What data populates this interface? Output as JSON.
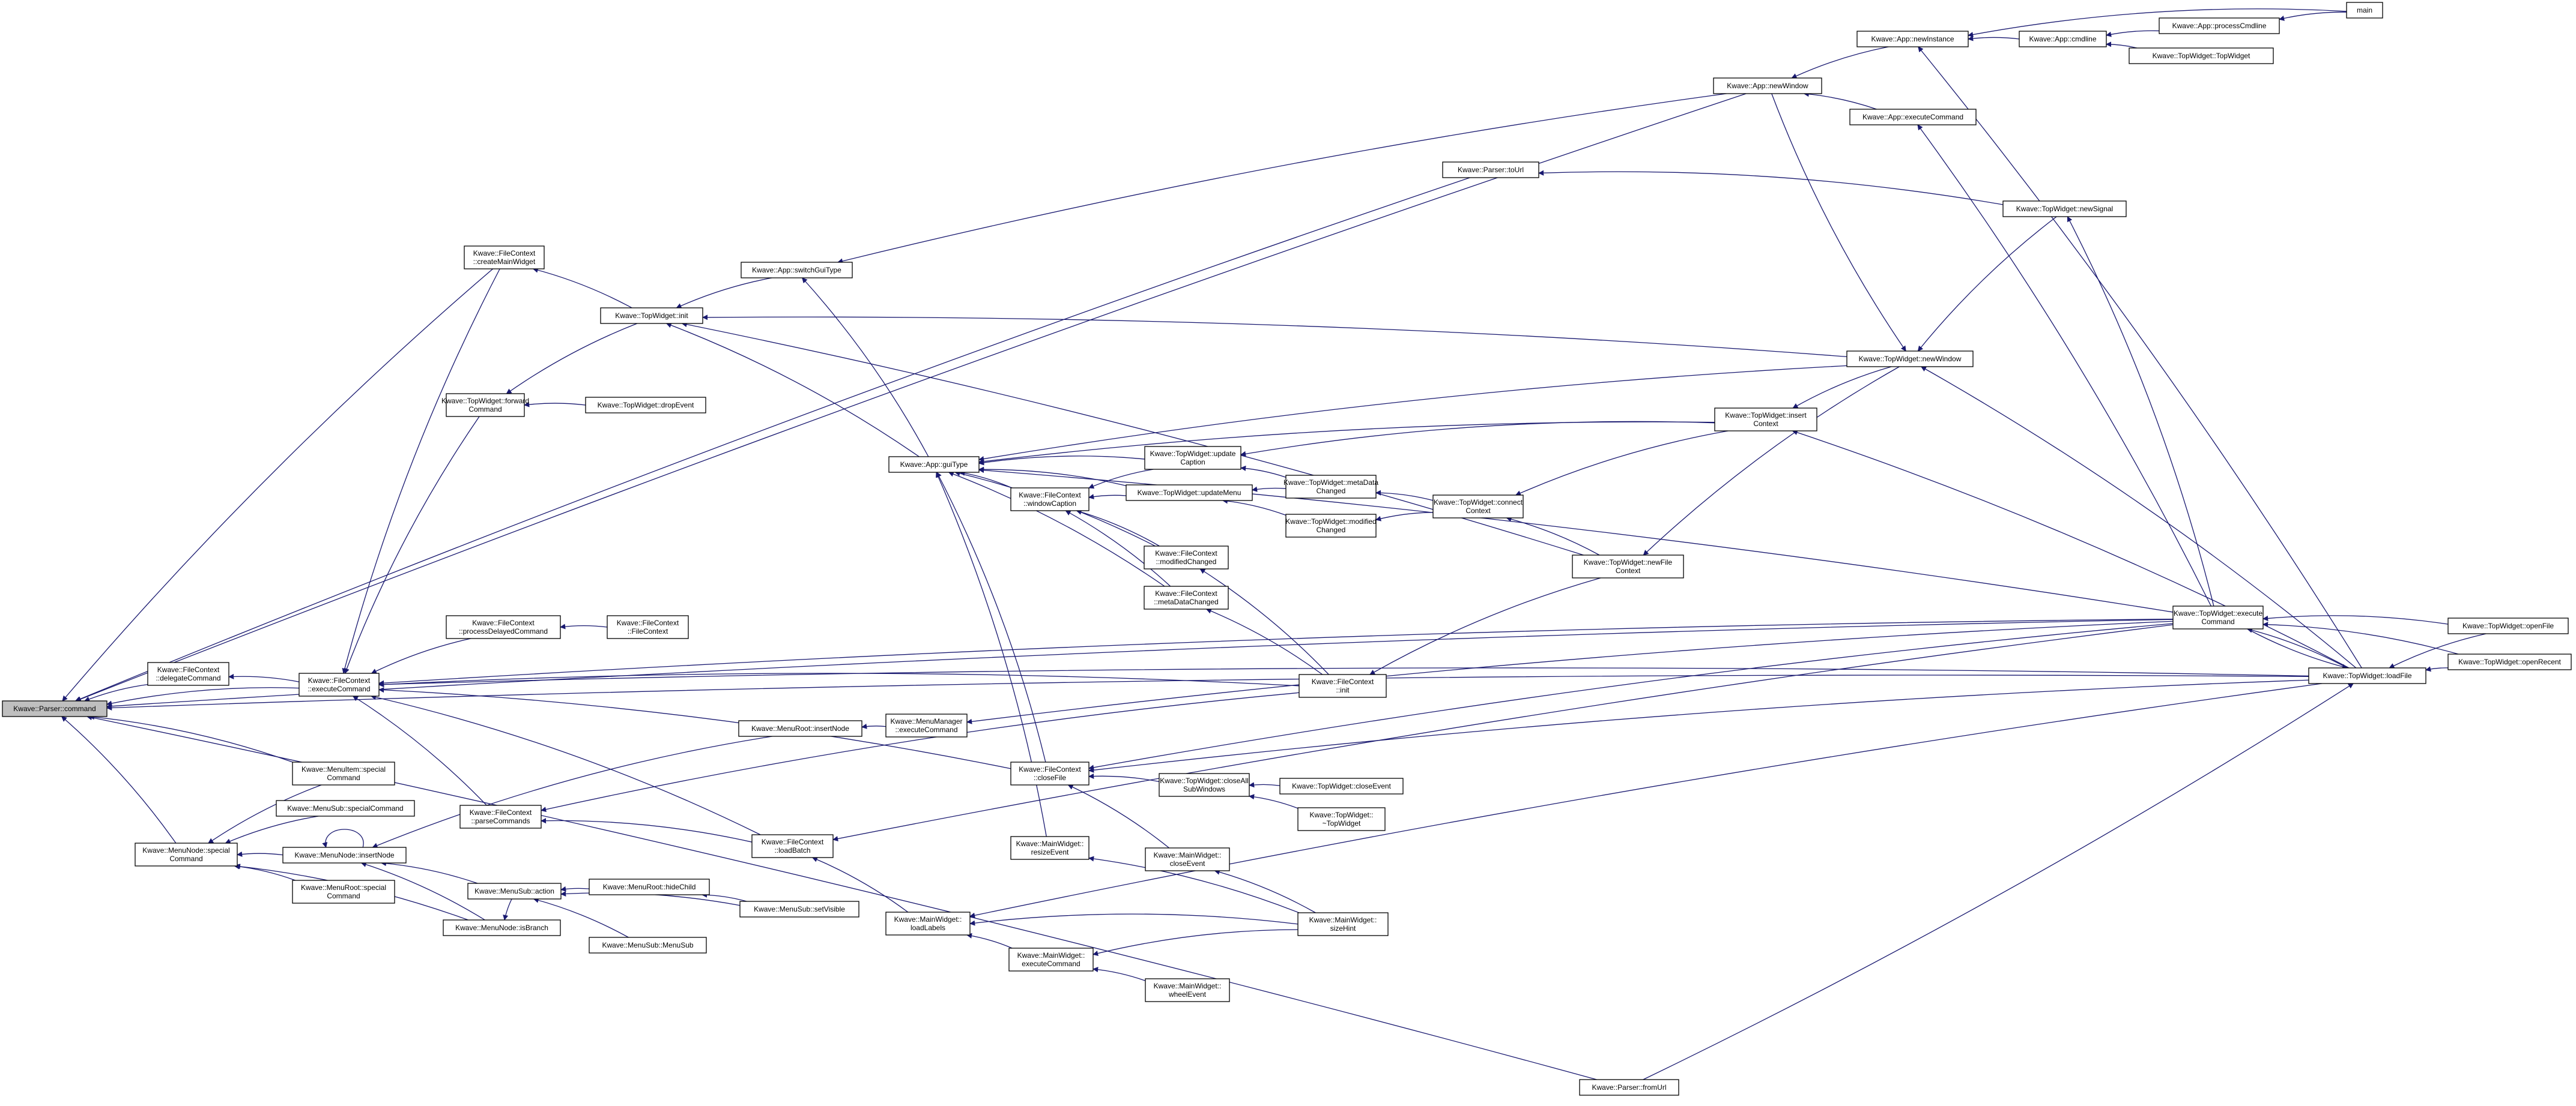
{
  "colors": {
    "edge": "#191970",
    "node_border": "#000000",
    "node_fill": "#ffffff",
    "highlight_fill": "#bfbfbf"
  },
  "nodes": [
    {
      "id": "parser_command",
      "lines": [
        "Kwave::Parser::command"
      ],
      "highlight": true
    },
    {
      "id": "fc_delegate",
      "lines": [
        "Kwave::FileContext",
        "::delegateCommand"
      ]
    },
    {
      "id": "fc_execute",
      "lines": [
        "Kwave::FileContext",
        "::executeCommand"
      ]
    },
    {
      "id": "fc_createmain",
      "lines": [
        "Kwave::FileContext",
        "::createMainWidget"
      ]
    },
    {
      "id": "tw_init",
      "lines": [
        "Kwave::TopWidget::init"
      ]
    },
    {
      "id": "tw_forward",
      "lines": [
        "Kwave::TopWidget::forward",
        "Command"
      ]
    },
    {
      "id": "tw_drop",
      "lines": [
        "Kwave::TopWidget::dropEvent"
      ]
    },
    {
      "id": "fc_processdelayed",
      "lines": [
        "Kwave::FileContext",
        "::processDelayedCommand"
      ]
    },
    {
      "id": "fc_filecontext",
      "lines": [
        "Kwave::FileContext",
        "::FileContext"
      ]
    },
    {
      "id": "menuitem_special",
      "lines": [
        "Kwave::MenuItem::special",
        "Command"
      ]
    },
    {
      "id": "menusub_special",
      "lines": [
        "Kwave::MenuSub::specialCommand"
      ]
    },
    {
      "id": "menunode_special",
      "lines": [
        "Kwave::MenuNode::special",
        "Command"
      ]
    },
    {
      "id": "menunode_insert",
      "lines": [
        "Kwave::MenuNode::insertNode"
      ]
    },
    {
      "id": "menuroot_special",
      "lines": [
        "Kwave::MenuRoot::special",
        "Command"
      ]
    },
    {
      "id": "menunode_isbranch",
      "lines": [
        "Kwave::MenuNode::isBranch"
      ]
    },
    {
      "id": "fc_parse",
      "lines": [
        "Kwave::FileContext",
        "::parseCommands"
      ]
    },
    {
      "id": "menusub_action",
      "lines": [
        "Kwave::MenuSub::action"
      ]
    },
    {
      "id": "menusub_menusub",
      "lines": [
        "Kwave::MenuSub::MenuSub"
      ]
    },
    {
      "id": "menuroot_hide",
      "lines": [
        "Kwave::MenuRoot::hideChild"
      ]
    },
    {
      "id": "menusub_setvisible",
      "lines": [
        "Kwave::MenuSub::setVisible"
      ]
    },
    {
      "id": "menuroot_insert",
      "lines": [
        "Kwave::MenuRoot::insertNode"
      ]
    },
    {
      "id": "menumanager_exec",
      "lines": [
        "Kwave::MenuManager",
        "::executeCommand"
      ]
    },
    {
      "id": "fc_loadbatch",
      "lines": [
        "Kwave::FileContext",
        "::loadBatch"
      ]
    },
    {
      "id": "app_switchgui",
      "lines": [
        "Kwave::App::switchGuiType"
      ]
    },
    {
      "id": "app_guitype",
      "lines": [
        "Kwave::App::guiType"
      ]
    },
    {
      "id": "fc_windowcaption",
      "lines": [
        "Kwave::FileContext",
        "::windowCaption"
      ]
    },
    {
      "id": "tw_updatecaption",
      "lines": [
        "Kwave::TopWidget::update",
        "Caption"
      ]
    },
    {
      "id": "tw_updatemenu",
      "lines": [
        "Kwave::TopWidget::updateMenu"
      ]
    },
    {
      "id": "tw_metachanged",
      "lines": [
        "Kwave::TopWidget::metaData",
        "Changed"
      ]
    },
    {
      "id": "tw_modchanged",
      "lines": [
        "Kwave::TopWidget::modified",
        "Changed"
      ]
    },
    {
      "id": "tw_connect",
      "lines": [
        "Kwave::TopWidget::connect",
        "Context"
      ]
    },
    {
      "id": "fc_modchanged",
      "lines": [
        "Kwave::FileContext",
        "::modifiedChanged"
      ]
    },
    {
      "id": "fc_metachanged",
      "lines": [
        "Kwave::FileContext",
        "::metaDataChanged"
      ]
    },
    {
      "id": "fc_init",
      "lines": [
        "Kwave::FileContext",
        "::init"
      ]
    },
    {
      "id": "tw_newfile",
      "lines": [
        "Kwave::TopWidget::newFile",
        "Context"
      ]
    },
    {
      "id": "tw_insert",
      "lines": [
        "Kwave::TopWidget::insert",
        "Context"
      ]
    },
    {
      "id": "tw_newwindow",
      "lines": [
        "Kwave::TopWidget::newWindow"
      ]
    },
    {
      "id": "fc_closefile",
      "lines": [
        "Kwave::FileContext",
        "::closeFile"
      ]
    },
    {
      "id": "tw_closeall",
      "lines": [
        "Kwave::TopWidget::closeAll",
        "SubWindows"
      ]
    },
    {
      "id": "tw_closeevent",
      "lines": [
        "Kwave::TopWidget::closeEvent"
      ]
    },
    {
      "id": "tw_dtor",
      "lines": [
        "Kwave::TopWidget::",
        "~TopWidget"
      ]
    },
    {
      "id": "mw_resize",
      "lines": [
        "Kwave::MainWidget::",
        "resizeEvent"
      ]
    },
    {
      "id": "mw_close",
      "lines": [
        "Kwave::MainWidget::",
        "closeEvent"
      ]
    },
    {
      "id": "mw_loadlabels",
      "lines": [
        "Kwave::MainWidget::",
        "loadLabels"
      ]
    },
    {
      "id": "mw_execute",
      "lines": [
        "Kwave::MainWidget::",
        "executeCommand"
      ]
    },
    {
      "id": "mw_wheel",
      "lines": [
        "Kwave::MainWidget::",
        "wheelEvent"
      ]
    },
    {
      "id": "mw_sizehint",
      "lines": [
        "Kwave::MainWidget::",
        "sizeHint"
      ]
    },
    {
      "id": "parser_tourl",
      "lines": [
        "Kwave::Parser::toUrl"
      ]
    },
    {
      "id": "tw_newsignal",
      "lines": [
        "Kwave::TopWidget::newSignal"
      ]
    },
    {
      "id": "app_newwindow",
      "lines": [
        "Kwave::App::newWindow"
      ]
    },
    {
      "id": "app_executecmd",
      "lines": [
        "Kwave::App::executeCommand"
      ]
    },
    {
      "id": "app_newinstance",
      "lines": [
        "Kwave::App::newInstance"
      ]
    },
    {
      "id": "app_cmdline",
      "lines": [
        "Kwave::App::cmdline"
      ]
    },
    {
      "id": "app_processcmdline",
      "lines": [
        "Kwave::App::processCmdline"
      ]
    },
    {
      "id": "main",
      "lines": [
        "main"
      ]
    },
    {
      "id": "tw_topwidget",
      "lines": [
        "Kwave::TopWidget::TopWidget"
      ]
    },
    {
      "id": "tw_executecmd",
      "lines": [
        "Kwave::TopWidget::execute",
        "Command"
      ]
    },
    {
      "id": "tw_loadfile",
      "lines": [
        "Kwave::TopWidget::loadFile"
      ]
    },
    {
      "id": "tw_openfile",
      "lines": [
        "Kwave::TopWidget::openFile"
      ]
    },
    {
      "id": "tw_openrecent",
      "lines": [
        "Kwave::TopWidget::openRecent"
      ]
    },
    {
      "id": "parser_fromurl",
      "lines": [
        "Kwave::Parser::fromUrl"
      ]
    }
  ],
  "edges": [
    [
      "fc_delegate",
      "parser_command"
    ],
    [
      "fc_execute",
      "parser_command"
    ],
    [
      "fc_execute",
      "fc_delegate"
    ],
    [
      "menuitem_special",
      "parser_command"
    ],
    [
      "menunode_special",
      "parser_command"
    ],
    [
      "fc_createmain",
      "parser_command"
    ],
    [
      "app_newwindow",
      "parser_command"
    ],
    [
      "parser_tourl",
      "parser_command"
    ],
    [
      "tw_executecmd",
      "parser_command"
    ],
    [
      "tw_loadfile",
      "parser_command"
    ],
    [
      "parser_fromurl",
      "parser_command"
    ],
    [
      "fc_createmain",
      "fc_execute"
    ],
    [
      "tw_init",
      "fc_createmain"
    ],
    [
      "tw_forward",
      "fc_execute"
    ],
    [
      "tw_drop",
      "tw_forward"
    ],
    [
      "tw_init",
      "tw_forward"
    ],
    [
      "fc_processdelayed",
      "fc_execute"
    ],
    [
      "fc_filecontext",
      "fc_processdelayed"
    ],
    [
      "fc_init",
      "fc_execute"
    ],
    [
      "fc_parse",
      "fc_execute"
    ],
    [
      "fc_loadbatch",
      "fc_execute"
    ],
    [
      "fc_closefile",
      "fc_execute"
    ],
    [
      "tw_executecmd",
      "fc_execute"
    ],
    [
      "tw_loadfile",
      "fc_execute"
    ],
    [
      "menuitem_special",
      "menunode_special"
    ],
    [
      "menusub_special",
      "menunode_special"
    ],
    [
      "menuroot_special",
      "menunode_special"
    ],
    [
      "menunode_insert",
      "menunode_special"
    ],
    [
      "menunode_isbranch",
      "menunode_special"
    ],
    [
      "menunode_insert",
      "menunode_insert"
    ],
    [
      "menunode_isbranch",
      "menunode_insert"
    ],
    [
      "menusub_action",
      "menunode_insert"
    ],
    [
      "menusub_action",
      "menunode_isbranch"
    ],
    [
      "menuroot_hide",
      "menusub_action"
    ],
    [
      "menusub_setvisible",
      "menusub_action"
    ],
    [
      "menusub_menusub",
      "menusub_action"
    ],
    [
      "menusub_setvisible",
      "menuroot_hide"
    ],
    [
      "menuroot_insert",
      "menunode_insert"
    ],
    [
      "menumanager_exec",
      "menuroot_insert"
    ],
    [
      "tw_executecmd",
      "menumanager_exec"
    ],
    [
      "fc_loadbatch",
      "fc_parse"
    ],
    [
      "fc_init",
      "fc_parse"
    ],
    [
      "mw_loadlabels",
      "fc_loadbatch"
    ],
    [
      "tw_executecmd",
      "fc_loadbatch"
    ],
    [
      "app_switchgui",
      "tw_init"
    ],
    [
      "tw_newfile",
      "tw_init"
    ],
    [
      "app_newwindow",
      "app_switchgui"
    ],
    [
      "app_guitype",
      "tw_init"
    ],
    [
      "tw_newwindow",
      "tw_init"
    ],
    [
      "app_guitype",
      "app_switchgui"
    ],
    [
      "fc_windowcaption",
      "app_guitype"
    ],
    [
      "tw_updatecaption",
      "app_guitype"
    ],
    [
      "tw_updatemenu",
      "app_guitype"
    ],
    [
      "fc_modchanged",
      "app_guitype"
    ],
    [
      "fc_metachanged",
      "app_guitype"
    ],
    [
      "fc_closefile",
      "app_guitype"
    ],
    [
      "mw_resize",
      "app_guitype"
    ],
    [
      "tw_insert",
      "app_guitype"
    ],
    [
      "tw_newwindow",
      "app_guitype"
    ],
    [
      "tw_executecmd",
      "app_guitype"
    ],
    [
      "tw_updatecaption",
      "fc_windowcaption"
    ],
    [
      "tw_updatemenu",
      "fc_windowcaption"
    ],
    [
      "fc_modchanged",
      "fc_windowcaption"
    ],
    [
      "fc_metachanged",
      "fc_windowcaption"
    ],
    [
      "tw_metachanged",
      "tw_updatecaption"
    ],
    [
      "tw_metachanged",
      "tw_updatemenu"
    ],
    [
      "tw_modchanged",
      "tw_updatemenu"
    ],
    [
      "tw_connect",
      "tw_metachanged"
    ],
    [
      "tw_connect",
      "tw_modchanged"
    ],
    [
      "tw_insert",
      "tw_updatecaption"
    ],
    [
      "tw_newfile",
      "tw_connect"
    ],
    [
      "tw_insert",
      "tw_connect"
    ],
    [
      "fc_init",
      "fc_modchanged"
    ],
    [
      "fc_init",
      "fc_metachanged"
    ],
    [
      "tw_newfile",
      "fc_init"
    ],
    [
      "tw_newwindow",
      "tw_newfile"
    ],
    [
      "tw_newwindow",
      "tw_insert"
    ],
    [
      "tw_loadfile",
      "tw_insert"
    ],
    [
      "tw_loadfile",
      "tw_newwindow"
    ],
    [
      "app_newwindow",
      "tw_newwindow"
    ],
    [
      "tw_newsignal",
      "tw_newwindow"
    ],
    [
      "tw_closeall",
      "fc_closefile"
    ],
    [
      "tw_closeevent",
      "tw_closeall"
    ],
    [
      "tw_dtor",
      "tw_closeall"
    ],
    [
      "mw_close",
      "fc_closefile"
    ],
    [
      "tw_executecmd",
      "fc_closefile"
    ],
    [
      "tw_loadfile",
      "fc_closefile"
    ],
    [
      "mw_sizehint",
      "mw_resize"
    ],
    [
      "mw_sizehint",
      "mw_close"
    ],
    [
      "mw_sizehint",
      "mw_loadlabels"
    ],
    [
      "mw_sizehint",
      "mw_execute"
    ],
    [
      "mw_execute",
      "mw_loadlabels"
    ],
    [
      "mw_wheel",
      "mw_execute"
    ],
    [
      "tw_loadfile",
      "mw_loadlabels"
    ],
    [
      "tw_newsignal",
      "parser_tourl"
    ],
    [
      "tw_executecmd",
      "tw_newsignal"
    ],
    [
      "app_newinstance",
      "app_newwindow"
    ],
    [
      "app_executecmd",
      "app_newwindow"
    ],
    [
      "tw_executecmd",
      "app_executecmd"
    ],
    [
      "app_cmdline",
      "app_newinstance"
    ],
    [
      "main",
      "app_newinstance"
    ],
    [
      "app_processcmdline",
      "app_cmdline"
    ],
    [
      "tw_topwidget",
      "app_cmdline"
    ],
    [
      "main",
      "app_processcmdline"
    ],
    [
      "tw_loadfile",
      "app_newinstance"
    ],
    [
      "tw_openfile",
      "tw_executecmd"
    ],
    [
      "tw_openrecent",
      "tw_executecmd"
    ],
    [
      "tw_loadfile",
      "tw_executecmd"
    ],
    [
      "tw_executecmd",
      "tw_loadfile"
    ],
    [
      "tw_openfile",
      "tw_loadfile"
    ],
    [
      "tw_openrecent",
      "tw_loadfile"
    ],
    [
      "parser_fromurl",
      "tw_loadfile"
    ]
  ]
}
